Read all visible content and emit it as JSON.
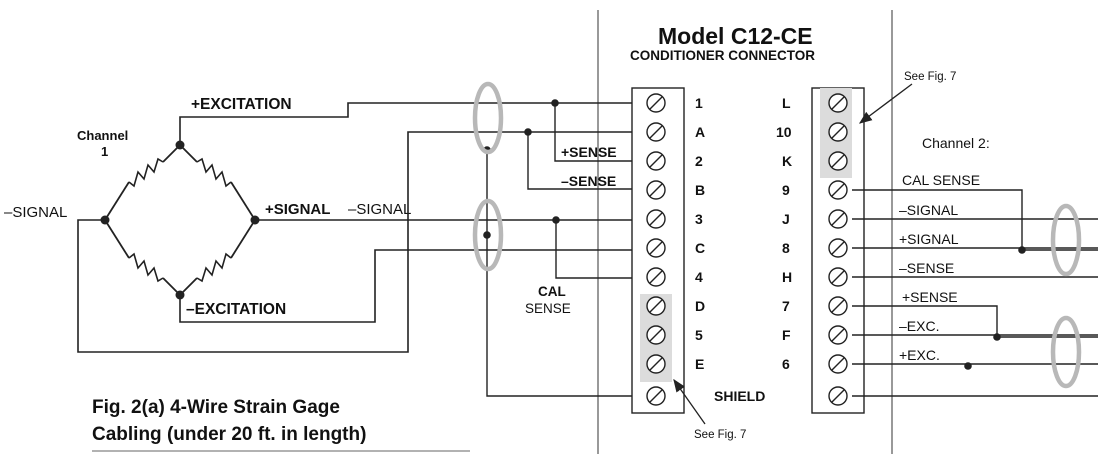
{
  "title": "Model C12-CE",
  "subtitle": "CONDITIONER CONNECTOR",
  "channel1": {
    "label": "Channel",
    "number": "1"
  },
  "channel2_label": "Channel 2:",
  "bridge": {
    "plus_excitation": "+EXCITATION",
    "minus_excitation": "–EXCITATION",
    "minus_signal": "–SIGNAL",
    "plus_signal": "+SIGNAL",
    "minus_signal_right": "–SIGNAL"
  },
  "sense_labels": {
    "plus_sense": "+SENSE",
    "minus_sense": "–SENSE",
    "cal": "CAL",
    "sense": "SENSE"
  },
  "left_terminals": [
    "1",
    "A",
    "2",
    "B",
    "3",
    "C",
    "4",
    "D",
    "5",
    "E",
    "SHIELD"
  ],
  "right_terminals": [
    "L",
    "10",
    "K",
    "9",
    "J",
    "8",
    "H",
    "7",
    "F",
    "6"
  ],
  "channel2_wires": [
    "CAL SENSE",
    "–SIGNAL",
    "+SIGNAL",
    "–SENSE",
    "+SENSE",
    "–EXC.",
    "+EXC."
  ],
  "see_fig_top": "See Fig. 7",
  "see_fig_bottom": "See Fig. 7",
  "caption": {
    "line1": "Fig. 2(a)  4-Wire Strain Gage",
    "line2": "Cabling (under 20 ft. in length)"
  }
}
